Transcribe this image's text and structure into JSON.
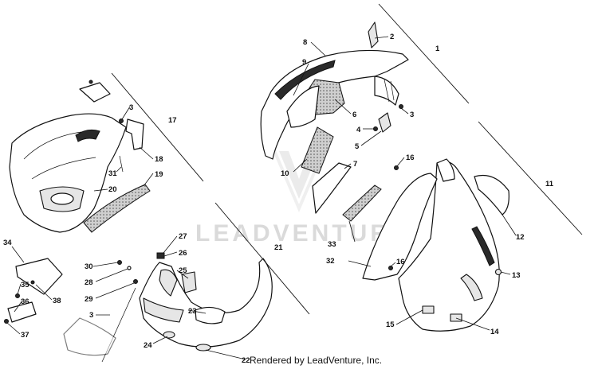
{
  "watermark": {
    "text": "LEADVENTURE"
  },
  "credit": {
    "text": "Rendered by LeadVenture, Inc."
  },
  "callouts": {
    "c1": "1",
    "c2": "2",
    "c3a": "3",
    "c3b": "3",
    "c3c": "3",
    "c4": "4",
    "c5": "5",
    "c6": "6",
    "c7": "7",
    "c8": "8",
    "c9": "9",
    "c10": "10",
    "c11": "11",
    "c12": "12",
    "c13": "13",
    "c14": "14",
    "c15": "15",
    "c16a": "16",
    "c16b": "16",
    "c17": "17",
    "c18": "18",
    "c19": "19",
    "c20": "20",
    "c21": "21",
    "c22": "22",
    "c23": "23",
    "c24": "24",
    "c25": "25",
    "c26": "26",
    "c27": "27",
    "c28": "28",
    "c29": "29",
    "c30": "30",
    "c31": "31",
    "c32": "32",
    "c33": "33",
    "c34": "34",
    "c35": "35",
    "c36": "36",
    "c37": "37",
    "c38": "38"
  }
}
